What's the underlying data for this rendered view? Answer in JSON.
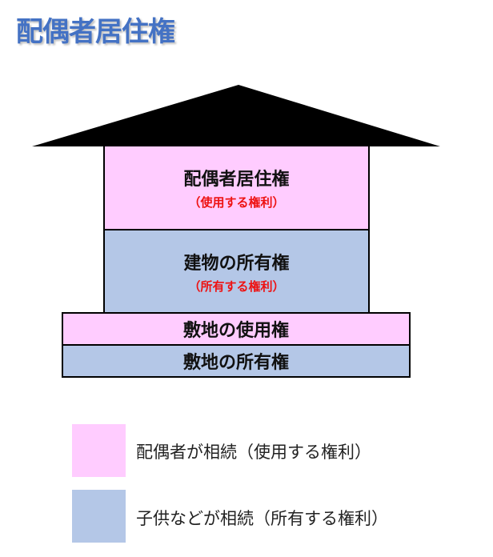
{
  "title": "配偶者居住権",
  "house": {
    "residence_right": {
      "label": "配偶者居住権",
      "sub": "（使用する権利）"
    },
    "building_ownership": {
      "label": "建物の所有権",
      "sub": "（所有する権利）"
    },
    "land_use": {
      "label": "敷地の使用権"
    },
    "land_ownership": {
      "label": "敷地の所有権"
    }
  },
  "legend": [
    {
      "label": "配偶者が相続（使用する権利）",
      "color": "#FFCCFF"
    },
    {
      "label": "子供などが相続（所有する権利）",
      "color": "#B4C7E7"
    }
  ],
  "colors": {
    "title": "#4472C4",
    "pink": "#FFCCFF",
    "blue": "#B4C7E7",
    "sub_text": "#EE1111"
  }
}
